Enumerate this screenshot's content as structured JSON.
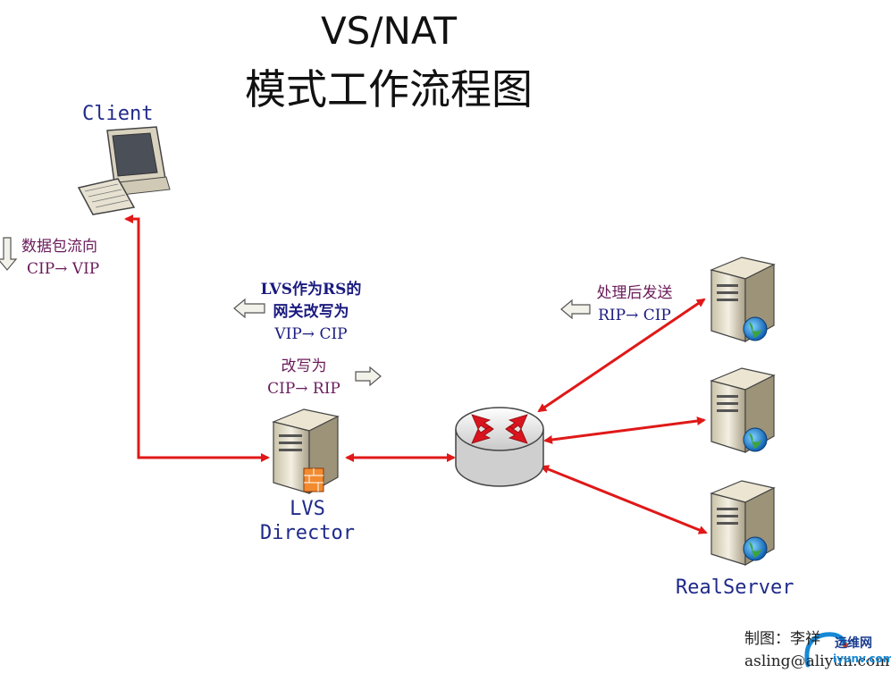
{
  "title": {
    "line1": "VS/NAT",
    "line2": "模式工作流程图"
  },
  "nodes": {
    "client": "Client",
    "director_line1": "LVS",
    "director_line2": "Director",
    "realserver": "RealServer"
  },
  "annotations": {
    "packet_flow_title": "数据包流向",
    "packet_flow_rule": "CIP→ VIP",
    "lvs_gateway_line1": "LVS作为RS的",
    "lvs_gateway_line2": "网关改写为",
    "lvs_gateway_line3": "VIP→ CIP",
    "rewrite_title": "改写为",
    "rewrite_rule": "CIP→ RIP",
    "rs_send_title": "处理后发送",
    "rs_send_rule": "RIP→ CIP"
  },
  "footer": {
    "author_label": "制图：",
    "author_name": "李祥",
    "email": "asling@aliyun.com",
    "watermark_text": "运维网",
    "watermark_url": "iyunv.com"
  },
  "colors": {
    "arrow": "#e01818",
    "text_purple": "#6a1b5a",
    "text_navy": "#1a1a80",
    "label_blue": "#1f2a8a"
  }
}
